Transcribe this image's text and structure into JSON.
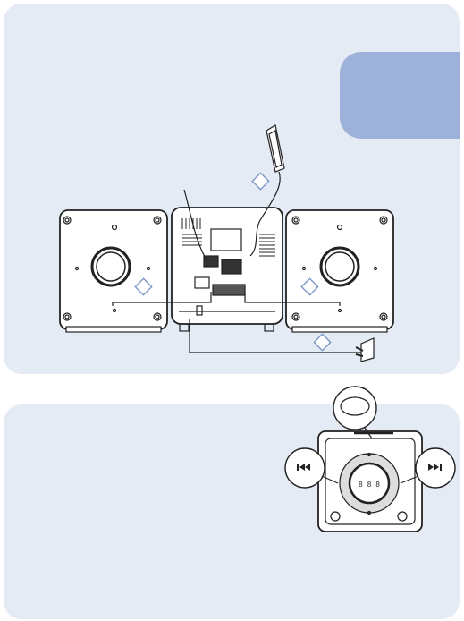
{
  "colors": {
    "panel_background": "#e4ebf5",
    "tab_accent": "#9db1da",
    "line_art": "#222222",
    "speaker_fill": "#ffffff"
  },
  "illustration_top": {
    "items": [
      "left-speaker",
      "main-unit-rear",
      "right-speaker",
      "fm-antenna",
      "power-plug",
      "step-diamond-markers"
    ]
  },
  "illustration_bottom": {
    "items": [
      "main-unit-front",
      "standby-button-callout",
      "previous-button-callout",
      "next-button-callout"
    ],
    "callout_icons": [
      "previous-track-icon",
      "next-track-icon"
    ]
  }
}
